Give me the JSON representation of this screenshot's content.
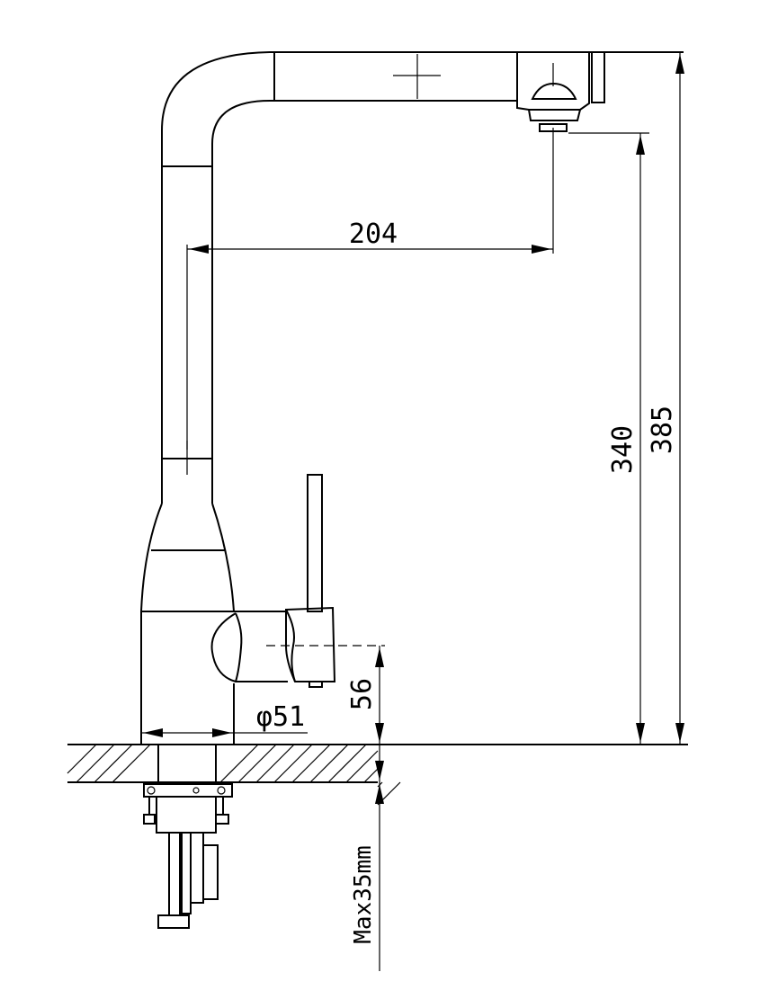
{
  "diagram": {
    "dimensions": {
      "spout_reach": "204",
      "outlet_height": "340",
      "total_height": "385",
      "lever_height": "56",
      "base_diameter": "φ51",
      "max_countertop": "Max35mm"
    }
  }
}
